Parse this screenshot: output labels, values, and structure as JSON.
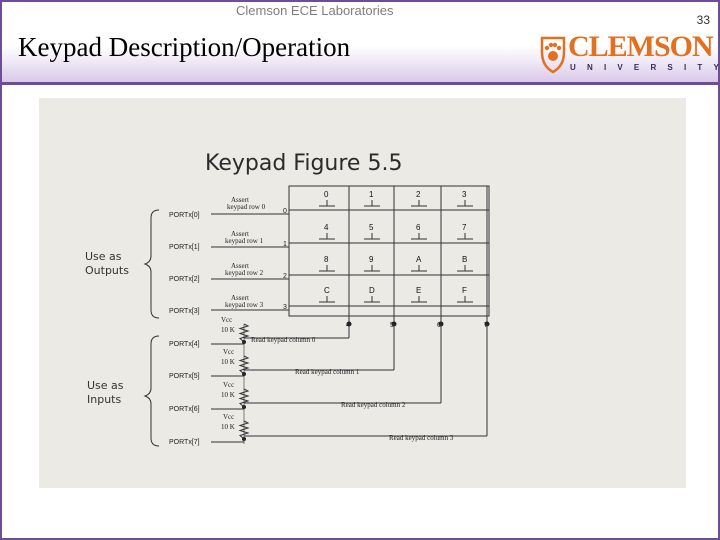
{
  "header": {
    "lab_name": "Clemson ECE Laboratories",
    "title": "Keypad Description/Operation",
    "page_number": "33",
    "logo": {
      "word": "CLEMSON",
      "sub": "UNIVERSITY",
      "color": "#e2701f",
      "sub_color": "#3b2b5a"
    }
  },
  "figure": {
    "title": "Keypad Figure 5.5",
    "outputs_label": [
      "Use as",
      "Outputs"
    ],
    "inputs_label": [
      "Use as",
      "Inputs"
    ],
    "ports": [
      "PORTx[0]",
      "PORTx[1]",
      "PORTx[2]",
      "PORTx[3]",
      "PORTx[4]",
      "PORTx[5]",
      "PORTx[6]",
      "PORTx[7]"
    ],
    "assert_rows": [
      [
        "Assert",
        "keypad row 0"
      ],
      [
        "Assert",
        "keypad row 1"
      ],
      [
        "Assert",
        "keypad row 2"
      ],
      [
        "Assert",
        "keypad row 3"
      ]
    ],
    "row_pins": [
      "0",
      "1",
      "2",
      "3"
    ],
    "col_pins": [
      "4",
      "5",
      "6",
      "7"
    ],
    "keys": [
      [
        "0",
        "1",
        "2",
        "3"
      ],
      [
        "4",
        "5",
        "6",
        "7"
      ],
      [
        "8",
        "9",
        "A",
        "B"
      ],
      [
        "C",
        "D",
        "E",
        "F"
      ]
    ],
    "pullups": [
      {
        "vcc": "Vcc",
        "res": "10 K"
      },
      {
        "vcc": "Vcc",
        "res": "10 K"
      },
      {
        "vcc": "Vcc",
        "res": "10 K"
      },
      {
        "vcc": "Vcc",
        "res": "10 K"
      }
    ],
    "read_columns": [
      "Read keypad column 0",
      "Read keypad column 1",
      "Read keypad column 2",
      "Read keypad column 3"
    ]
  }
}
